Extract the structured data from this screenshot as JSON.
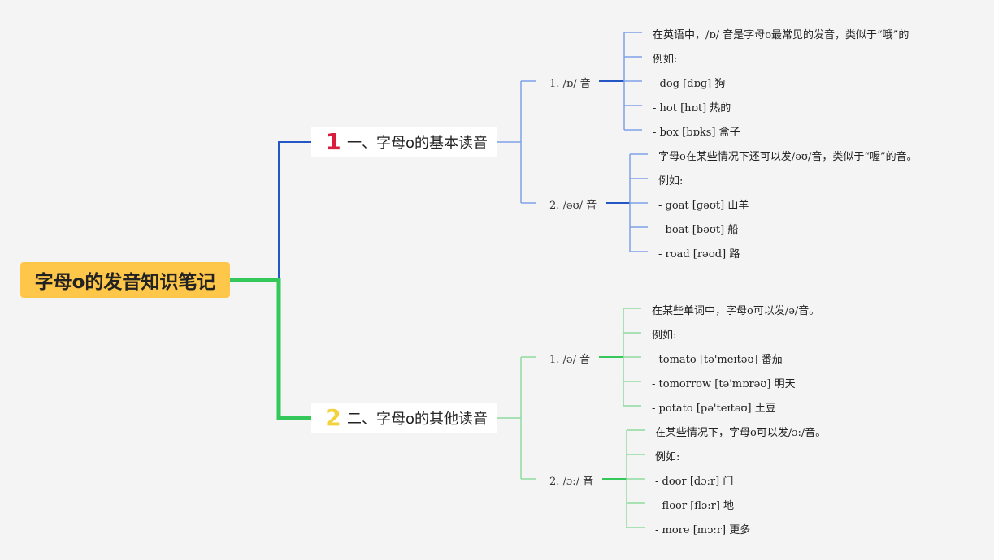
{
  "root": {
    "title": "字母o的发音知识笔记"
  },
  "colors": {
    "root_bg": "#fec749",
    "branch1": "#2457c5",
    "branch1_light": "#7ea0e6",
    "branch2": "#34c759",
    "branch2_light": "#8fdc9f",
    "num1": "#d81e3c",
    "num2": "#f4d23b"
  },
  "branches": [
    {
      "number": "1",
      "title": "一、字母o的基本读音",
      "subs": [
        {
          "label": "1. /ɒ/ 音",
          "items": [
            "在英语中，/ɒ/ 音是字母o最常见的发音，类似于“哦”的",
            "例如:",
            "- dog [dɒg] 狗",
            "- hot [hɒt] 热的",
            "- box [bɒks] 盒子"
          ]
        },
        {
          "label": "2. /əʊ/ 音",
          "items": [
            "字母o在某些情况下还可以发/əʊ/音，类似于“喔”的音。",
            "例如:",
            "- goat [gəʊt] 山羊",
            "- boat [bəʊt] 船",
            "- road [rəʊd] 路"
          ]
        }
      ]
    },
    {
      "number": "2",
      "title": "二、字母o的其他读音",
      "subs": [
        {
          "label": "1. /ə/ 音",
          "items": [
            "在某些单词中，字母o可以发/ə/音。",
            "例如:",
            "- tomato [tə'meɪtəʊ] 番茄",
            "- tomorrow [tə'mɒrəʊ] 明天",
            "- potato [pə'teɪtəʊ] 土豆"
          ]
        },
        {
          "label": "2. /ɔ:/ 音",
          "items": [
            "在某些情况下，字母o可以发/ɔ:/音。",
            "例如:",
            "- door [dɔ:r] 门",
            "- floor [flɔ:r] 地",
            "- more [mɔ:r] 更多"
          ]
        }
      ]
    }
  ]
}
